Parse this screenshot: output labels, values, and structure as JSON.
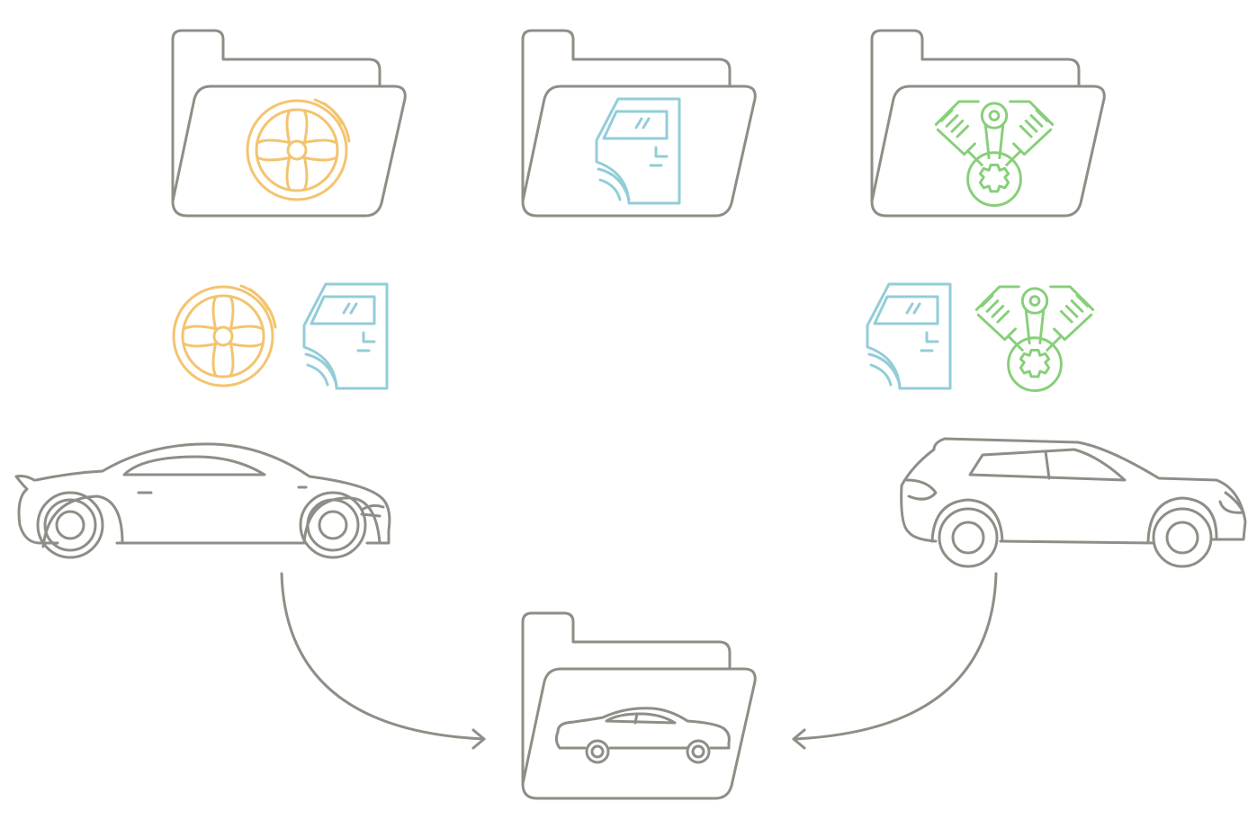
{
  "colors": {
    "outline": "#8f8e86",
    "wheel": "#f3c46f",
    "door": "#93cdd8",
    "engine": "#87cf79",
    "background": "#ffffff"
  },
  "nodes": {
    "folder_wheel": {
      "icon": "wheel-icon"
    },
    "folder_door": {
      "icon": "door-icon"
    },
    "folder_engine": {
      "icon": "engine-icon"
    },
    "left_parts": {
      "icons": [
        "wheel-icon",
        "door-icon"
      ]
    },
    "right_parts": {
      "icons": [
        "door-icon",
        "engine-icon"
      ]
    },
    "left_car": {
      "icon": "sedan-car-icon"
    },
    "right_car": {
      "icon": "hatchback-car-icon"
    },
    "folder_car": {
      "icon": "car-icon"
    }
  },
  "edges": [
    {
      "from": "left_car",
      "to": "folder_car"
    },
    {
      "from": "right_car",
      "to": "folder_car"
    }
  ]
}
